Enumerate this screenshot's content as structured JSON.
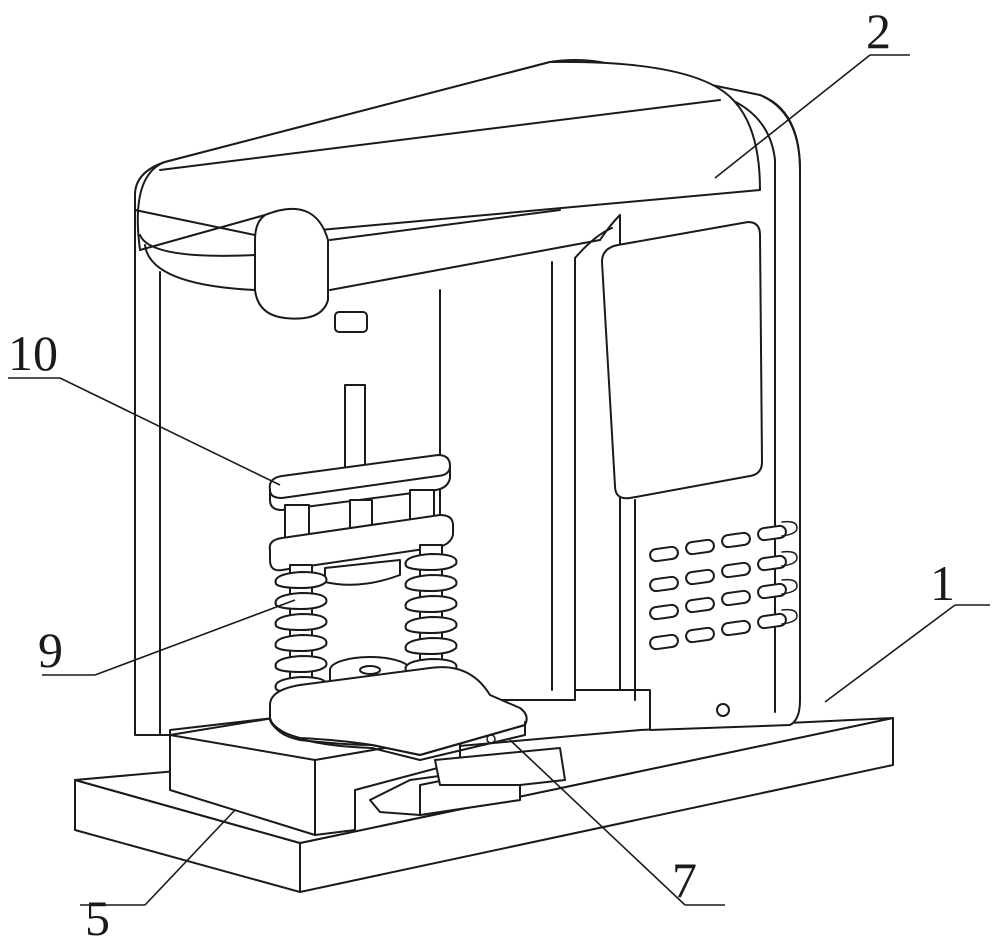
{
  "labels": {
    "base": "1",
    "housing": "2",
    "slide_block": "5",
    "tray": "7",
    "spring": "9",
    "press_plate": "10"
  }
}
